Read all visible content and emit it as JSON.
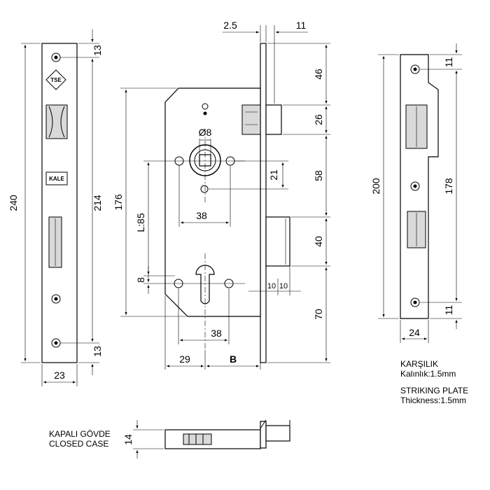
{
  "faceplate": {
    "height_overall": "240",
    "height_holes": "214",
    "top_margin": "13",
    "bottom_margin": "13",
    "width": "23",
    "logo_tse": "TSE",
    "logo_kale": "KALE"
  },
  "lock_body": {
    "top_plate": "2.5",
    "top_offset": "11",
    "gap_46": "46",
    "gap_26": "26",
    "gap_58": "58",
    "gap_40": "40",
    "gap_70": "70",
    "body_height": "176",
    "spindle_dia": "Ø8",
    "spindle_offset": "21",
    "hole_spacing_top": "38",
    "hole_spacing_bottom": "38",
    "l_distance": "L:85",
    "cyl_offset": "8",
    "bolt_left": "10",
    "bolt_right": "10",
    "bottom_left": "29",
    "backset": "B"
  },
  "strike": {
    "height_overall": "200",
    "height_holes": "178",
    "top_margin": "11",
    "bottom_margin": "11",
    "width": "24",
    "label_tr_1": "KARŞILIK",
    "label_tr_2": "Kalınlık:1.5mm",
    "label_en_1": "STRIKING PLATE",
    "label_en_2": "Thickness:1.5mm"
  },
  "closed_case": {
    "thickness": "14",
    "label_tr": "KAPALI GÖVDE",
    "label_en": "CLOSED CASE"
  }
}
